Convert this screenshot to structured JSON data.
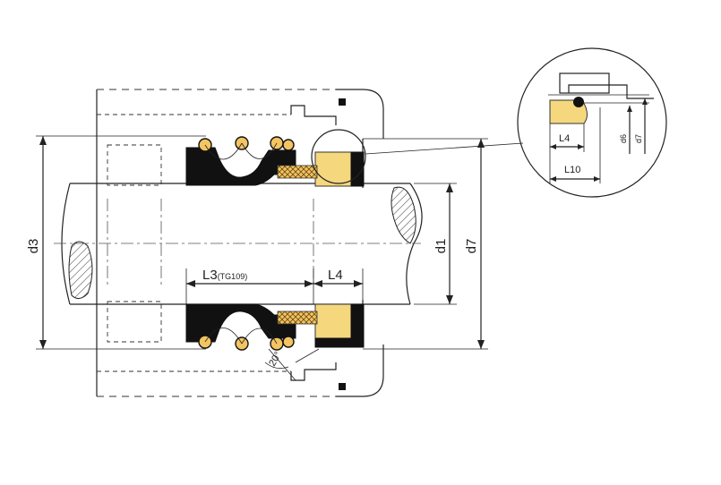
{
  "labels": {
    "d3": "d3",
    "d1": "d1",
    "d7": "d7",
    "l3": "L3",
    "l3_sub": "(TG109)",
    "l4": "L4",
    "angle": "20°",
    "detail_l4": "L4",
    "detail_l10": "L10",
    "detail_d6": "d6",
    "detail_d7": "d7"
  },
  "colors": {
    "ink": "#222222",
    "rubber": "#111111",
    "seal_face": "#f5d77e",
    "spring": "#f2c462",
    "background": "#ffffff"
  }
}
